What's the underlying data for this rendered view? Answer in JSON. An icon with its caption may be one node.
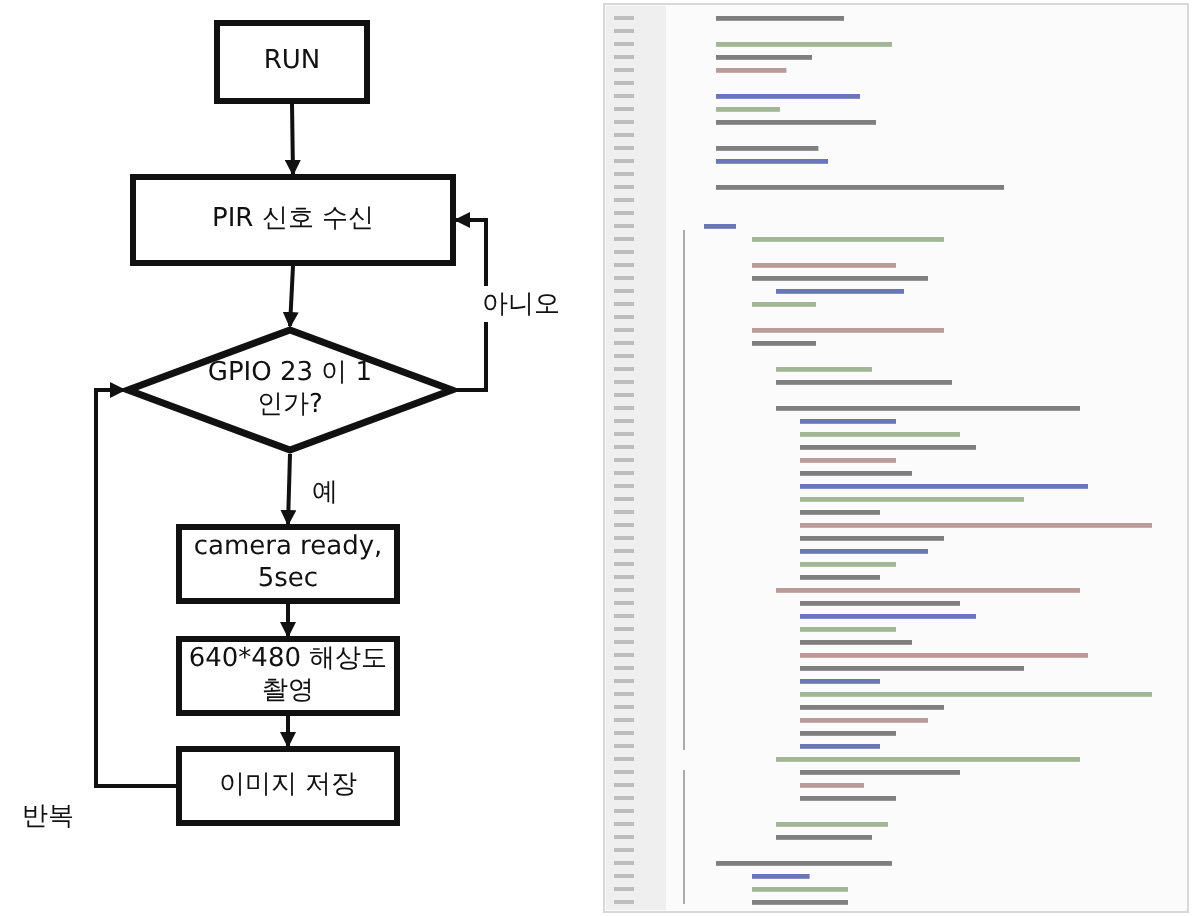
{
  "diagram": {
    "nodes": [
      {
        "text": [
          "RUN"
        ]
      },
      {
        "text": [
          "PIR 신호 수신"
        ]
      },
      {
        "text": [
          "GPIO 23 이 1인가?"
        ]
      },
      {
        "text": [
          "camera ready, 5sec"
        ]
      },
      {
        "text": [
          "640*480 해상도 촬영"
        ]
      },
      {
        "text": [
          "이미지 저장"
        ]
      }
    ],
    "edges": [
      {
        "from": 0,
        "to": 1,
        "arrow": "to"
      },
      {
        "from": 1,
        "to": 2,
        "arrow": "to"
      },
      {
        "from": 2,
        "to": 1,
        "arrow": "to",
        "label": "아니오"
      },
      {
        "from": 2,
        "to": 3,
        "arrow": "to",
        "label": "예"
      },
      {
        "from": 3,
        "to": 4,
        "arrow": "to"
      },
      {
        "from": 4,
        "to": 5,
        "arrow": "to"
      },
      {
        "from": 5,
        "to": 2,
        "arrow": "to",
        "label": "반복"
      }
    ]
  }
}
